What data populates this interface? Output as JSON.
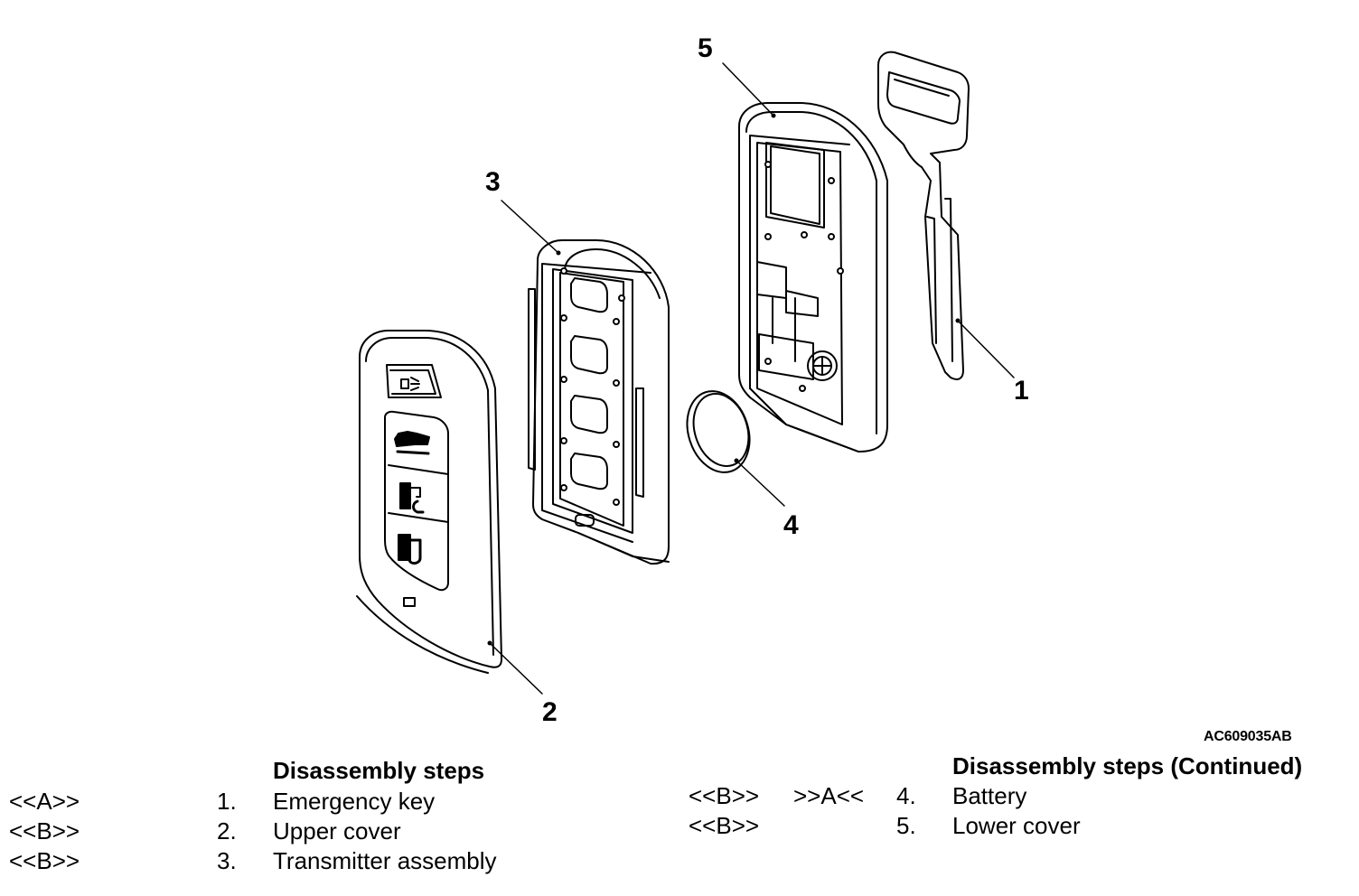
{
  "callouts": [
    "1",
    "2",
    "3",
    "4",
    "5"
  ],
  "figure_id": "AC609035AB",
  "left_table": {
    "title": "Disassembly steps",
    "rows": [
      {
        "code": "<<A>>",
        "code2": "",
        "num": "1.",
        "label": "Emergency key"
      },
      {
        "code": "<<B>>",
        "code2": "",
        "num": "2.",
        "label": "Upper cover"
      },
      {
        "code": "<<B>>",
        "code2": "",
        "num": "3.",
        "label": "Transmitter assembly"
      }
    ]
  },
  "right_table": {
    "title": "Disassembly steps (Continued)",
    "rows": [
      {
        "code": "<<B>>",
        "code2": ">>A<<",
        "num": "4.",
        "label": "Battery"
      },
      {
        "code": "<<B>>",
        "code2": "",
        "num": "5.",
        "label": "Lower cover"
      }
    ]
  }
}
